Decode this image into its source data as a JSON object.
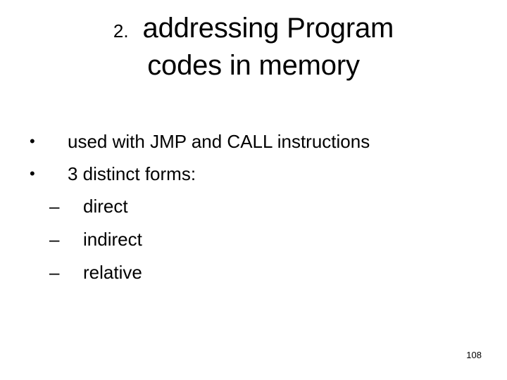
{
  "slide": {
    "page_number": "108",
    "background_color": "#ffffff",
    "text_color": "#000000",
    "title": {
      "number": "2.",
      "line1": "addressing Program",
      "line2": "codes in memory"
    },
    "bullets": [
      {
        "level": 1,
        "marker": "•",
        "marker_name": "bullet-dot",
        "text": "used with JMP and CALL instructions"
      },
      {
        "level": 1,
        "marker": "•",
        "marker_name": "bullet-dot",
        "text": "3 distinct forms:"
      },
      {
        "level": 2,
        "marker": "–",
        "marker_name": "bullet-dash",
        "text": "direct"
      },
      {
        "level": 2,
        "marker": "–",
        "marker_name": "bullet-dash",
        "text": "indirect"
      },
      {
        "level": 2,
        "marker": "–",
        "marker_name": "bullet-dash",
        "text": "relative"
      }
    ]
  }
}
